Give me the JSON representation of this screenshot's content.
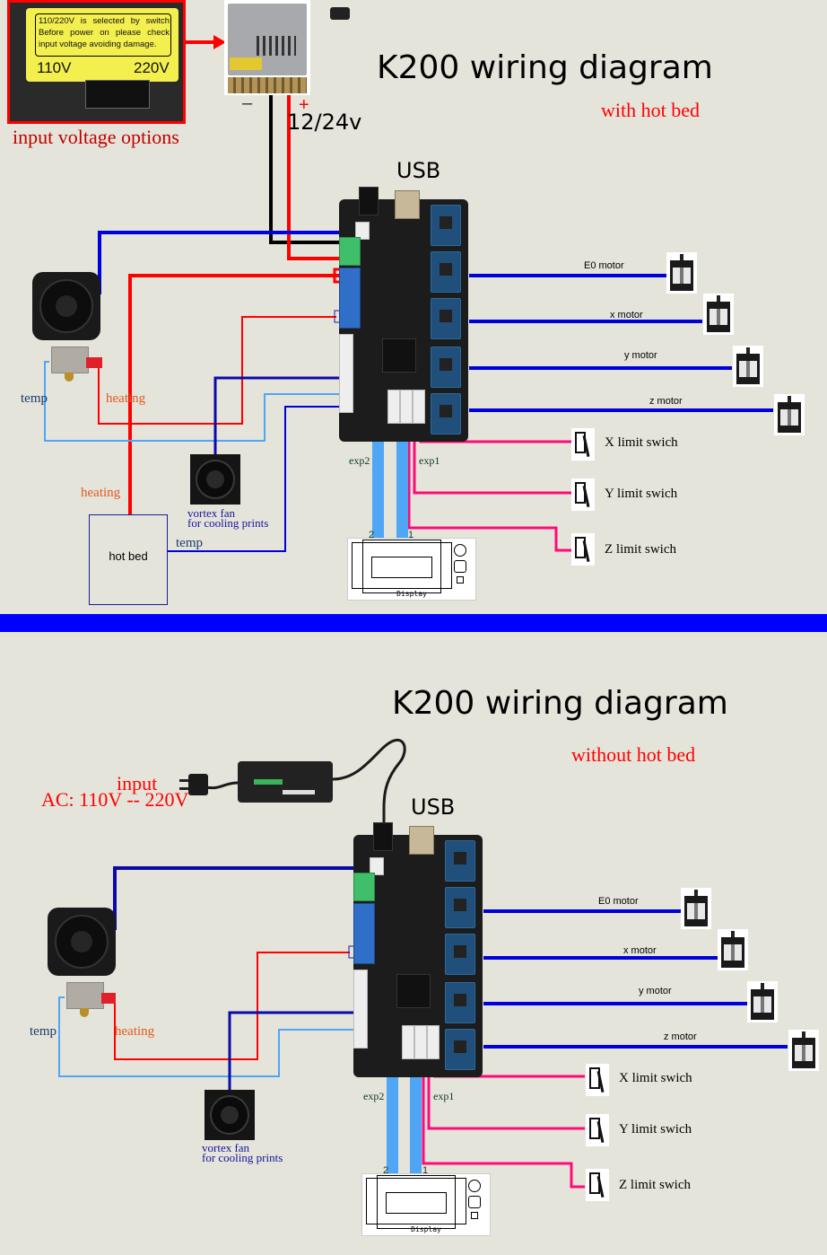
{
  "diagrams": [
    {
      "title": "K200 wiring diagram",
      "subtitle": "with hot bed",
      "power": {
        "warning_label": {
          "text": "110/220V is selected by switch Before power on please check input voltage avoiding damage.",
          "left_option": "110V",
          "right_option": "220V"
        },
        "caption": "input voltage options",
        "minus_label": "–",
        "plus_label": "+",
        "output_voltage": "12/24v"
      },
      "usb_label": "USB",
      "motors": [
        {
          "label": "E0 motor"
        },
        {
          "label": "x motor"
        },
        {
          "label": "y motor"
        },
        {
          "label": "z motor"
        }
      ],
      "limit_switches": [
        {
          "label": "X limit swich"
        },
        {
          "label": "Y limit swich"
        },
        {
          "label": "Z limit swich"
        }
      ],
      "hotend": {
        "temp_label": "temp",
        "heating_label": "heating"
      },
      "fan": {
        "label_line1": "vortex fan",
        "label_line2": "for cooling prints"
      },
      "hot_bed": {
        "label": "hot bed",
        "heating_label": "heating",
        "temp_label": "temp"
      },
      "exp_labels": {
        "exp2": "exp2",
        "exp1": "exp1",
        "pin2": "2",
        "pin1": "1"
      },
      "display_label": "Display"
    },
    {
      "title": "K200 wiring diagram",
      "subtitle": "without hot bed",
      "power": {
        "input_label": "input",
        "input_range": "AC: 110V -- 220V"
      },
      "usb_label": "USB",
      "motors": [
        {
          "label": "E0 motor"
        },
        {
          "label": "x motor"
        },
        {
          "label": "y motor"
        },
        {
          "label": "z motor"
        }
      ],
      "limit_switches": [
        {
          "label": "X limit swich"
        },
        {
          "label": "Y limit swich"
        },
        {
          "label": "Z limit swich"
        }
      ],
      "hotend": {
        "temp_label": "temp",
        "heating_label": "heating"
      },
      "fan": {
        "label_line1": "vortex fan",
        "label_line2": "for cooling prints"
      },
      "exp_labels": {
        "exp2": "exp2",
        "exp1": "exp1",
        "pin2": "2",
        "pin1": "1"
      },
      "display_label": "Display"
    }
  ],
  "colors": {
    "background": "#e5e4da",
    "divider": "#0000ff",
    "wire_red": "#ff0000",
    "wire_blue": "#0000dd",
    "wire_dark_blue": "#0a0aaa",
    "wire_light_blue": "#4ea6f5",
    "wire_pink": "#ff0a78",
    "wire_black": "#000000",
    "ribbon": "#4ea6f5"
  }
}
